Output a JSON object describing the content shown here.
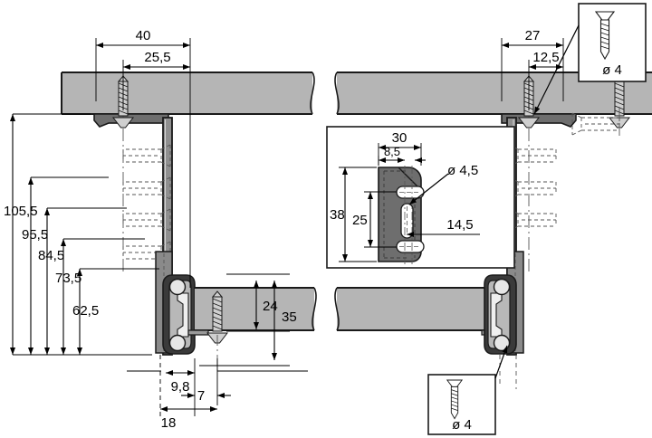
{
  "drawing": {
    "title": "Drawer slide mounting technical drawing",
    "type": "engineering-section-drawing",
    "units": "mm",
    "decimal_separator": ","
  },
  "colors": {
    "panel_fill": "#b5b5b5",
    "bracket_fill": "#6e6e6e",
    "rail_fill": "#9a9a9a",
    "dark_outline": "#1a1a1a",
    "screw_fill": "#cfcfcf",
    "background": "#ffffff"
  },
  "dimensions": {
    "top_left": [
      {
        "id": "dim-40",
        "value": "40"
      },
      {
        "id": "dim-25-5",
        "value": "25,5"
      }
    ],
    "top_right": [
      {
        "id": "dim-27",
        "value": "27"
      },
      {
        "id": "dim-12-5",
        "value": "12,5"
      }
    ],
    "left_vertical": [
      {
        "id": "dim-105-5",
        "value": "105,5"
      },
      {
        "id": "dim-95-5",
        "value": "95,5"
      },
      {
        "id": "dim-84-5",
        "value": "84,5"
      },
      {
        "id": "dim-73-5",
        "value": "73,5"
      },
      {
        "id": "dim-62-5",
        "value": "62,5"
      }
    ],
    "drawer_vertical": [
      {
        "id": "dim-24",
        "value": "24"
      },
      {
        "id": "dim-35",
        "value": "35"
      }
    ],
    "bottom_horizontal": [
      {
        "id": "dim-9-8",
        "value": "9,8"
      },
      {
        "id": "dim-7",
        "value": "7"
      },
      {
        "id": "dim-18",
        "value": "18"
      }
    ]
  },
  "detail_inset": {
    "name": "mounting-bracket-detail",
    "dims": [
      {
        "id": "dim-30",
        "value": "30"
      },
      {
        "id": "dim-8-5",
        "value": "8,5"
      },
      {
        "id": "dim-38",
        "value": "38"
      },
      {
        "id": "dim-25",
        "value": "25"
      },
      {
        "id": "dim-14-5",
        "value": "14,5"
      },
      {
        "id": "hole-dia",
        "value": "ø 4,5"
      }
    ]
  },
  "callouts": [
    {
      "id": "screw-callout-top",
      "label": "ø 4",
      "icon": "countersunk-wood-screw-icon"
    },
    {
      "id": "screw-callout-bottom",
      "label": "ø 4",
      "icon": "countersunk-wood-screw-icon"
    }
  ]
}
